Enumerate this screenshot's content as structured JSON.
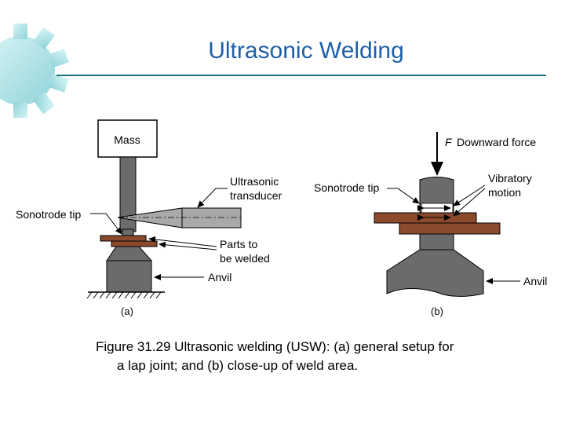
{
  "slide": {
    "title": "Ultrasonic Welding",
    "accent_color": "#1f5fa8",
    "rule_color": "#1f6f7a",
    "gear_color": "#bfe9ec"
  },
  "diagram": {
    "a": {
      "mass": "Mass",
      "transducer_line1": "Ultrasonic",
      "transducer_line2": "transducer",
      "sonotrode_tip": "Sonotrode tip",
      "parts_line1": "Parts to",
      "parts_line2": "be welded",
      "anvil": "Anvil",
      "caption": "(a)"
    },
    "b": {
      "force_symbol": "F",
      "force_label": "Downward force",
      "sonotrode_tip": "Sonotrode tip",
      "vibratory_line1": "Vibratory",
      "vibratory_line2": "motion",
      "anvil": "Anvil",
      "caption": "(b)"
    },
    "colors": {
      "steel": "#6b6b6b",
      "steel_light": "#a9a9a9",
      "workpiece": "#8b4a2b"
    }
  },
  "caption": {
    "line1": "Figure 31.29  Ultrasonic welding (USW): (a) general setup for",
    "line2": "a lap joint; and (b) close-up of weld area."
  }
}
